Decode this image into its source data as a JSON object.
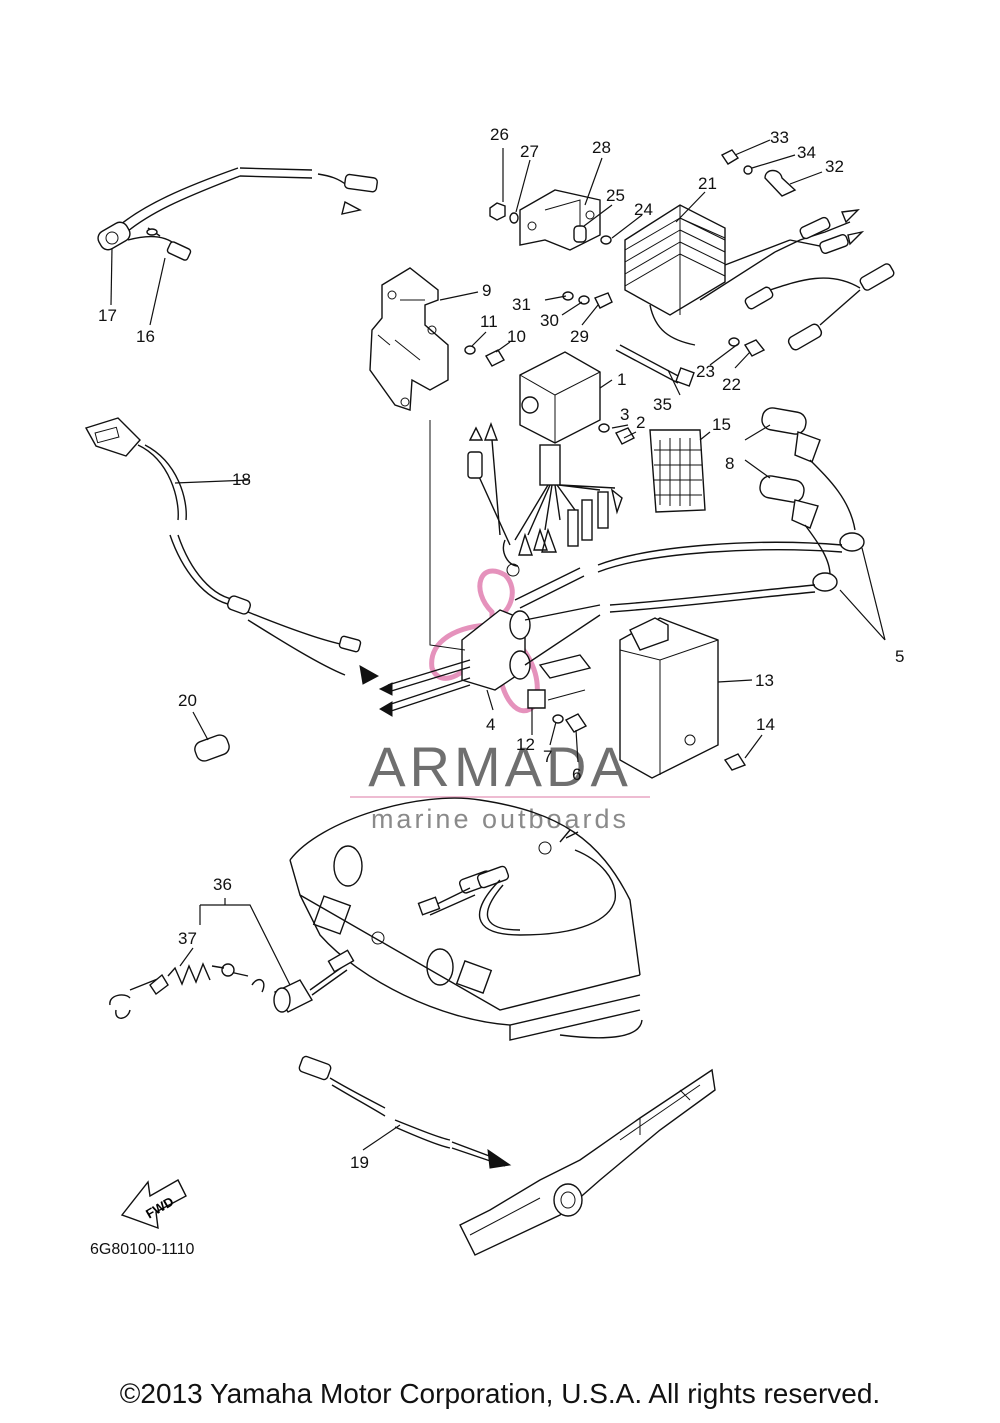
{
  "diagram": {
    "part_numbers": [
      "1",
      "2",
      "3",
      "4",
      "5",
      "6",
      "7",
      "8",
      "9",
      "10",
      "11",
      "12",
      "13",
      "14",
      "15",
      "16",
      "17",
      "18",
      "19",
      "20",
      "21",
      "22",
      "23",
      "24",
      "25",
      "26",
      "27",
      "28",
      "29",
      "30",
      "31",
      "32",
      "33",
      "34",
      "35",
      "36",
      "37"
    ],
    "diagram_code": "6G80100-1110",
    "fwd_label": "FWD"
  },
  "watermark": {
    "brand": "ARMADA",
    "subtitle": "marine outboards",
    "accent_color": "#e07fb0"
  },
  "footer": {
    "copyright": "©2013 Yamaha Motor Corporation, U.S.A. All rights reserved."
  }
}
